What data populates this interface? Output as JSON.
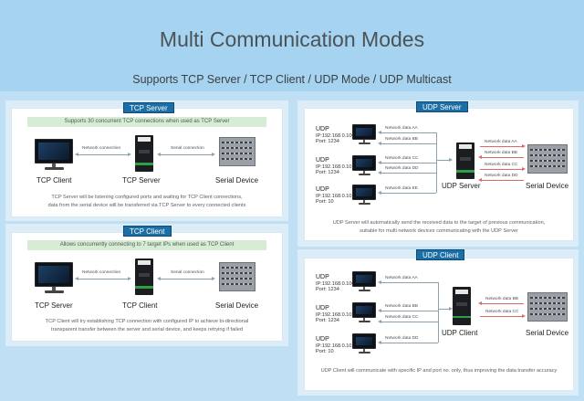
{
  "header": {
    "title": "Multi Communication Modes",
    "subtitle": "Supports TCP Server / TCP Client / UDP Mode / UDP Multicast"
  },
  "tcp_server": {
    "title": "TCP Server",
    "note": "Supports 30 concurrent TCP connections when used as TCP Server",
    "label_left": "TCP Client",
    "label_mid": "TCP Server",
    "label_right": "Serial Device",
    "link_left": "Network connection",
    "link_right": "Serial connection",
    "desc1": "TCP Server will be listening configured ports and waiting for TCP Client connections,",
    "desc2": "data from the serial device will be transferred via TCP Server to every connected clients"
  },
  "tcp_client": {
    "title": "TCP Client",
    "note": "Allows concurrently connecting to 7 target IPs when used as TCP Client",
    "label_left": "TCP Server",
    "label_mid": "TCP Client",
    "label_right": "Serial Device",
    "link_left": "Network connection",
    "link_right": "Serial connection",
    "desc1": "TCP Client will try establishing TCP connection with configured IP to achieve bi-directional",
    "desc2": "transparent transfer between the server and serial device, and keeps retrying if failed"
  },
  "udp_server": {
    "title": "UDP Server",
    "hosts": [
      {
        "name": "UDP",
        "ip": "IP:192.168.0.100",
        "port": "Port:  1234"
      },
      {
        "name": "UDP",
        "ip": "IP:192.168.0.101",
        "port": "Port:  1234"
      },
      {
        "name": "UDP",
        "ip": "IP:192.168.0.101",
        "port": "Port:  10"
      }
    ],
    "left_links": [
      "Network data AA",
      "Network data BB",
      "Network data CC",
      "Network data DD",
      "Network data EE"
    ],
    "right_links": [
      "Network data AA",
      "Network data BB",
      "Network data CC",
      "Network data DD"
    ],
    "label_mid": "UDP Server",
    "label_right": "Serial Device",
    "desc1": "UDP Server will automatically send the received data to the target of previous communication,",
    "desc2": "suitable for multi network devices communicating with the UDP Server"
  },
  "udp_client": {
    "title": "UDP Client",
    "hosts": [
      {
        "name": "UDP",
        "ip": "IP:192.168.0.100",
        "port": "Port:  1234"
      },
      {
        "name": "UDP",
        "ip": "IP:192.168.0.101",
        "port": "Port:  1234"
      },
      {
        "name": "UDP",
        "ip": "IP:192.168.0.101",
        "port": "Port:  10"
      }
    ],
    "left_links": [
      "Network data AA",
      "Network data BB",
      "Network data CC",
      "Network data DD"
    ],
    "right_links": [
      "Network data BB",
      "Network data CC"
    ],
    "label_mid": "UDP Client",
    "label_right": "Serial Device",
    "desc": "UDP Client will communicate with specific IP and port no. only, thus improving the data transfer accuracy"
  }
}
